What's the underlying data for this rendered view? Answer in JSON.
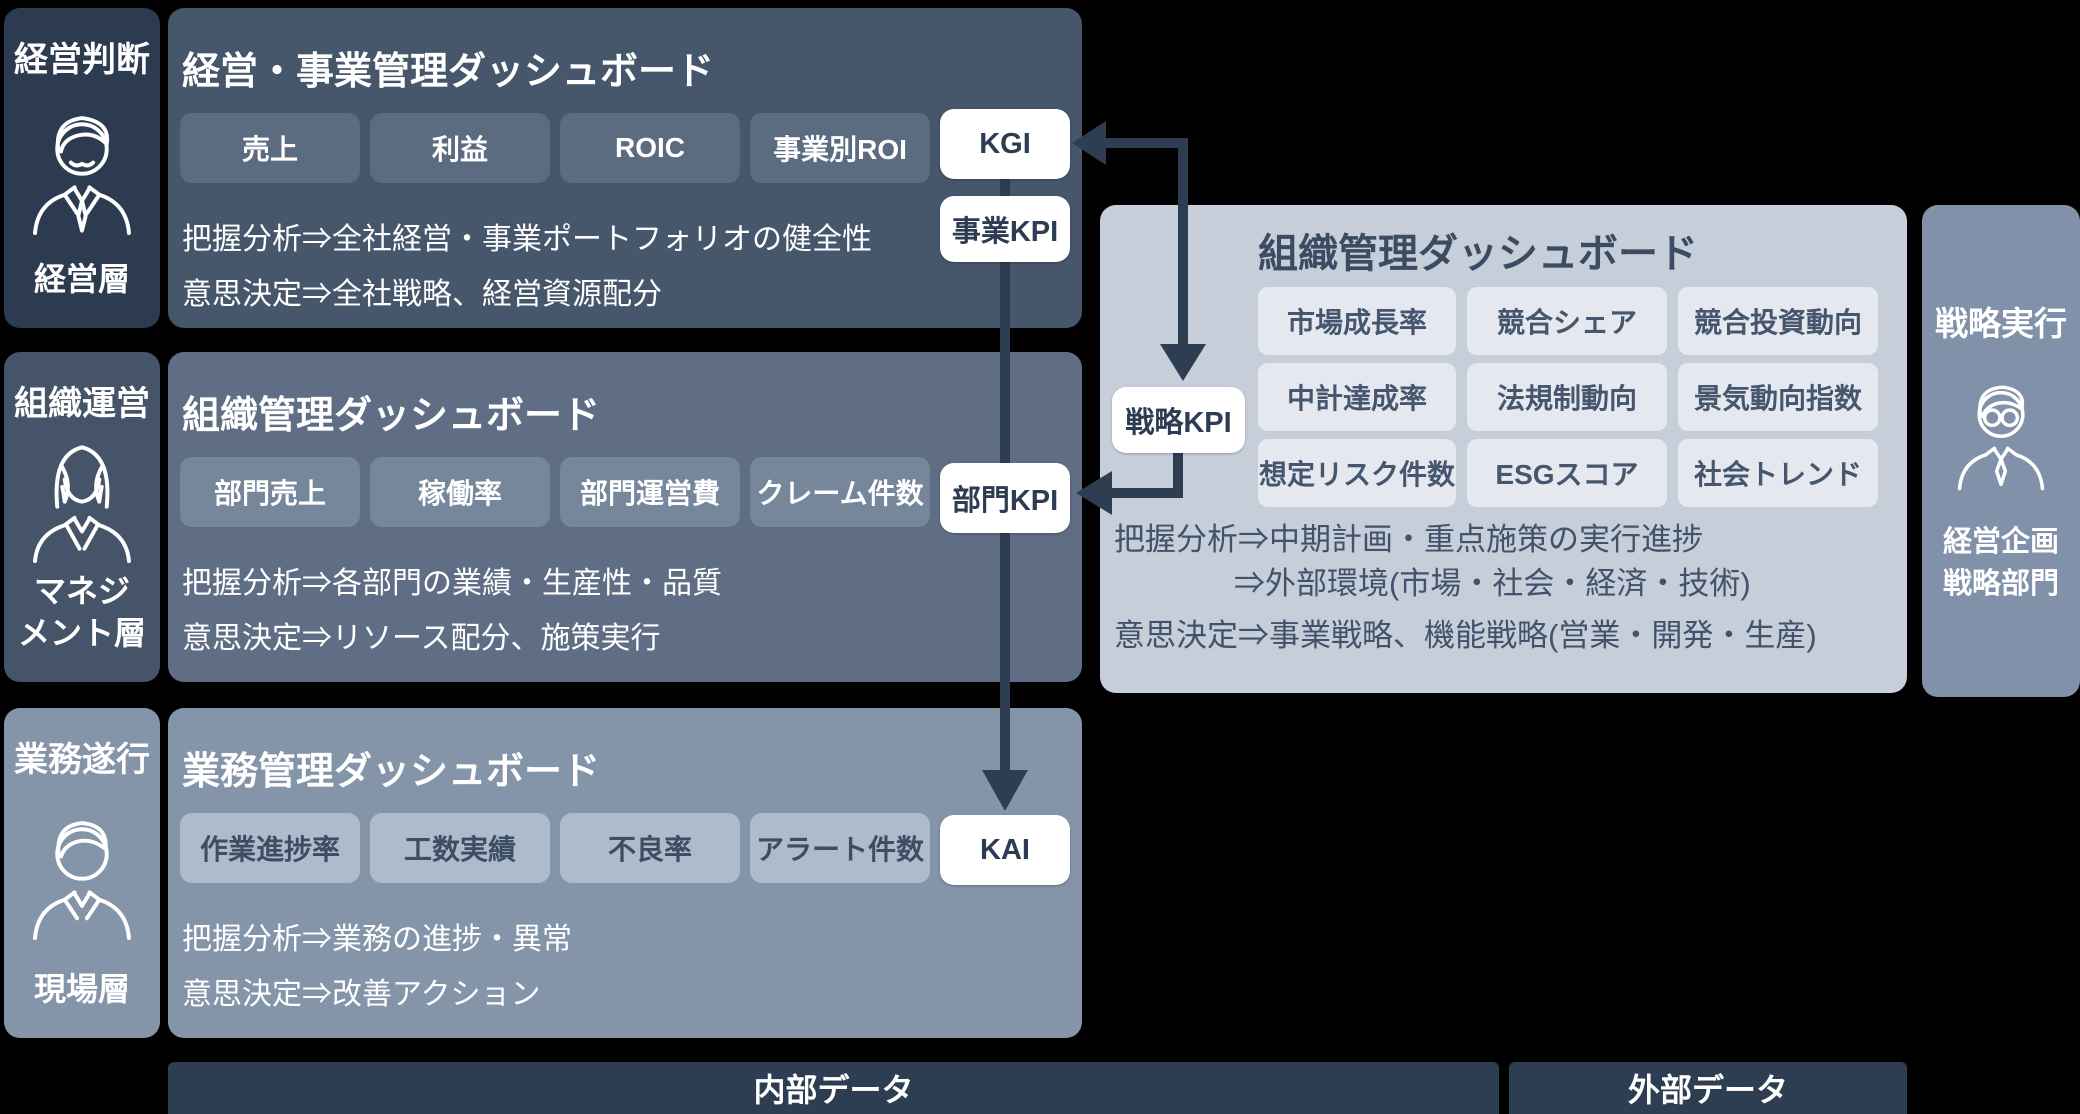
{
  "rows": [
    {
      "stage_label": "経営判断",
      "role_label": "経営層",
      "title": "経営・事業管理ダッシュボード",
      "chips": [
        "売上",
        "利益",
        "ROIC",
        "事業別ROI"
      ],
      "kpi_chip_1": "KGI",
      "kpi_chip_2": "事業KPI",
      "line1": "把握分析⇒全社経営・事業ポートフォリオの健全性",
      "line2": "意思決定⇒全社戦略、経営資源配分",
      "avatar": "executive-avatar-icon"
    },
    {
      "stage_label": "組織運営",
      "role_label": "マネジ\nメント層",
      "title": "組織管理ダッシュボード",
      "chips": [
        "部門売上",
        "稼働率",
        "部門運営費",
        "クレーム件数"
      ],
      "kpi_chip_1": "部門KPI",
      "line1": "把握分析⇒各部門の業績・生産性・品質",
      "line2": "意思決定⇒リソース配分、施策実行",
      "avatar": "manager-avatar-icon"
    },
    {
      "stage_label": "業務遂行",
      "role_label": "現場層",
      "title": "業務管理ダッシュボード",
      "chips": [
        "作業進捗率",
        "工数実績",
        "不良率",
        "アラート件数"
      ],
      "kpi_chip_1": "KAI",
      "line1": "把握分析⇒業務の進捗・異常",
      "line2": "意思決定⇒改善アクション",
      "avatar": "worker-avatar-icon"
    }
  ],
  "right_panel": {
    "title": "組織管理ダッシュボード",
    "kpi_chip": "戦略KPI",
    "grid_chips": [
      [
        "市場成長率",
        "競合シェア",
        "競合投資動向"
      ],
      [
        "中計達成率",
        "法規制動向",
        "景気動向指数"
      ],
      [
        "想定リスク件数",
        "ESGスコア",
        "社会トレンド"
      ]
    ],
    "line1": "把握分析⇒中期計画・重点施策の実行進捗",
    "line2": "⇒外部環境(市場・社会・経済・技術)",
    "line3": "意思決定⇒事業戦略、機能戦略(営業・開発・生産)"
  },
  "strategy_column": {
    "label": "戦略実行",
    "dept_label": "経営企画\n戦略部門",
    "avatar": "planner-avatar-icon"
  },
  "bars": {
    "internal": "内部データ",
    "external": "外部データ"
  },
  "colors": {
    "background": "#000000",
    "stage_block_top": "#2d3b50",
    "stage_block_mid": "#455468",
    "stage_block_bottom": "#8494a9",
    "dash_box_top": "#46566b",
    "dash_box_mid": "#5f6e84",
    "dash_box_bottom": "#8494a9",
    "chip_top": "#5c6c80",
    "chip_mid": "#76869b",
    "chip_bottom": "#aebbca",
    "white_chip_text": "#2d3c52",
    "right_panel_bg": "#c5ced9",
    "right_chip_bg": "#e5e9ef",
    "right_text": "#41526a",
    "strategy_column_bg": "#8091a9",
    "bar_bg": "#2e3e52",
    "arrow": "#2e3e52"
  }
}
